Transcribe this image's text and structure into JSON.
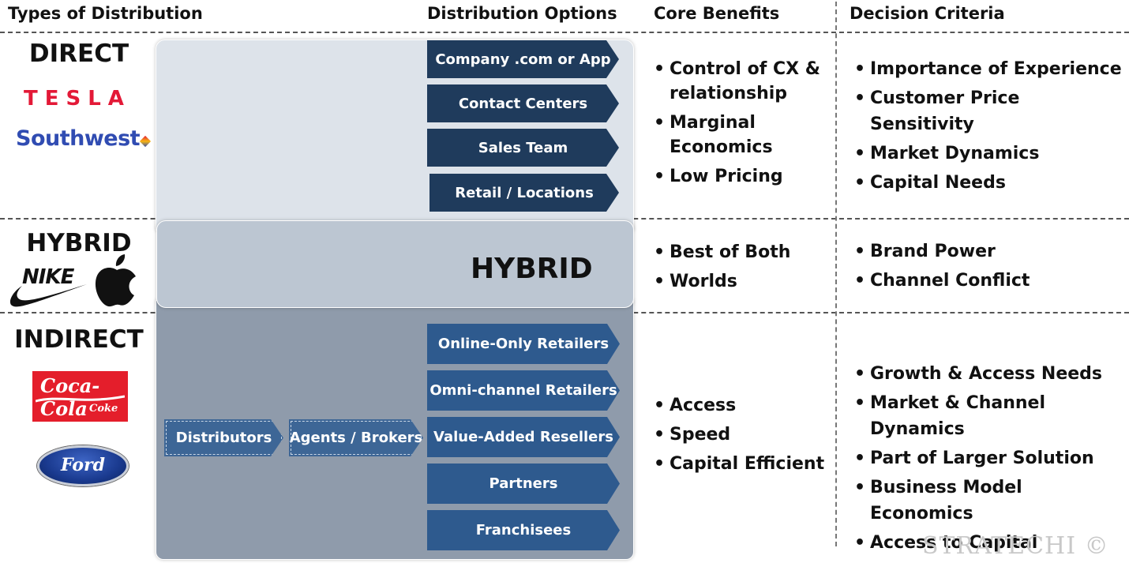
{
  "headers": {
    "types": "Types of Distribution",
    "options": "Distribution Options",
    "benefits": "Core Benefits",
    "criteria": "Decision Criteria"
  },
  "rows": {
    "direct": {
      "label": "DIRECT",
      "logos": [
        "TESLA",
        "Southwest"
      ],
      "options": [
        "Company .com or App",
        "Contact Centers",
        "Sales Team",
        "Retail / Locations"
      ],
      "benefits": [
        "Control of CX &",
        "relationship",
        "Marginal",
        "Economics",
        "Low Pricing"
      ],
      "criteria": [
        "Importance of Experience",
        "Customer Price Sensitivity",
        "Market Dynamics",
        "Capital Needs"
      ]
    },
    "hybrid": {
      "label": "HYBRID",
      "logos": [
        "NIKE",
        "apple-logo"
      ],
      "center_text": "HYBRID",
      "benefits": [
        "Best of Both",
        "Worlds"
      ],
      "criteria": [
        "Brand Power",
        "Channel Conflict"
      ]
    },
    "indirect": {
      "label": "INDIRECT",
      "logos": [
        "Coca-Cola",
        "Coke",
        "Ford"
      ],
      "intermediaries": [
        "Distributors",
        "Agents / Brokers"
      ],
      "options": [
        "Online-Only Retailers",
        "Omni-channel Retailers",
        "Value-Added Resellers",
        "Partners",
        "Franchisees"
      ],
      "benefits": [
        "Access",
        "Speed",
        "Capital Efficient"
      ],
      "criteria": [
        "Growth & Access Needs",
        "Market & Channel Dynamics",
        "Part of Larger Solution",
        "Business Model Economics",
        "Access to Capital"
      ]
    }
  },
  "watermark": "STRATECHI ©",
  "colors": {
    "direct_panel": "#dde3ea",
    "hybrid_panel": "#bcc6d2",
    "indirect_panel": "#8f9bab",
    "chevron_dark": "#1f3b5c",
    "chevron_mid": "#2e5a8e",
    "tesla_red": "#e31937",
    "southwest_blue": "#304cb2",
    "coke_red": "#e41e2b",
    "ford_blue": "#1a3a8f"
  }
}
